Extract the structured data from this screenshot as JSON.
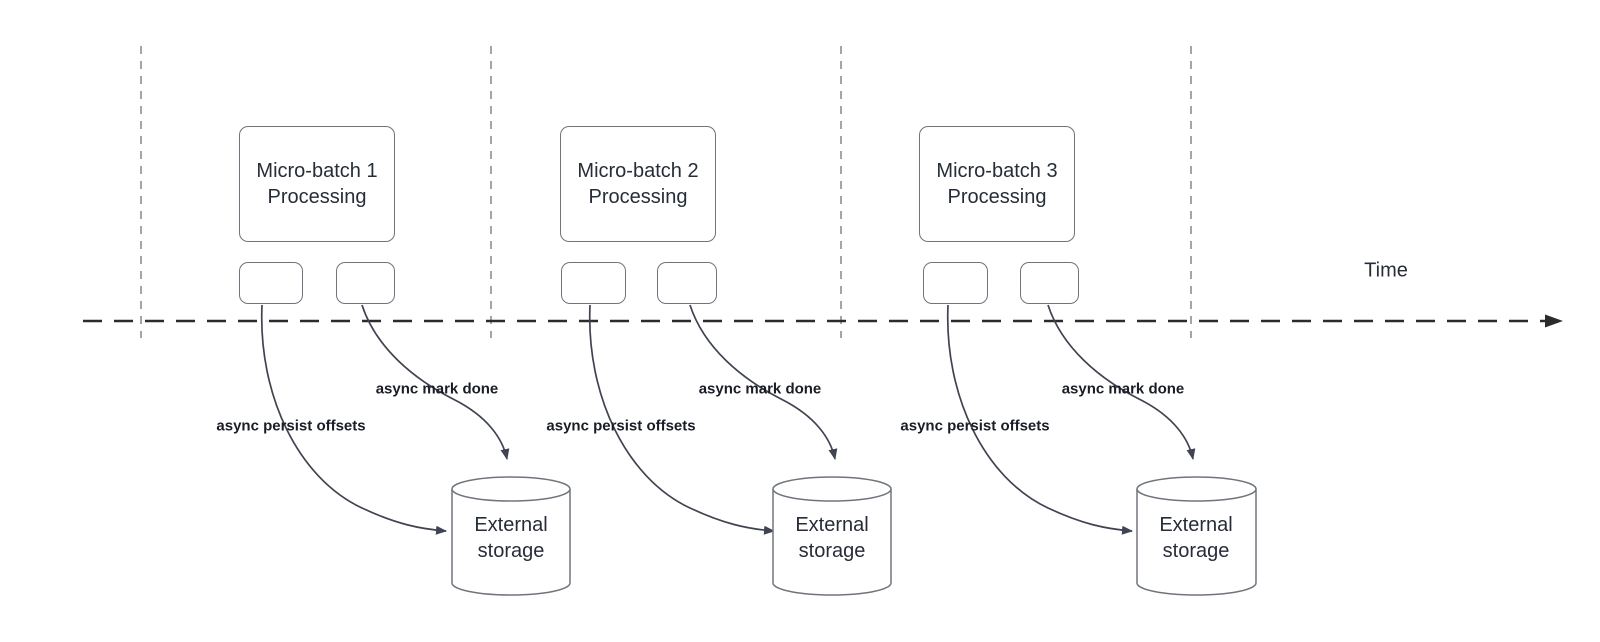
{
  "time_axis": {
    "label": "Time"
  },
  "groups": [
    {
      "box_lines": [
        "Micro-batch 1",
        "Processing"
      ],
      "persist_label": "async persist offsets",
      "mark_done_label": "async mark done",
      "storage_lines": [
        "External",
        "storage"
      ]
    },
    {
      "box_lines": [
        "Micro-batch 2",
        "Processing"
      ],
      "persist_label": "async persist offsets",
      "mark_done_label": "async mark done",
      "storage_lines": [
        "External",
        "storage"
      ]
    },
    {
      "box_lines": [
        "Micro-batch 3",
        "Processing"
      ],
      "persist_label": "async persist offsets",
      "mark_done_label": "async mark done",
      "storage_lines": [
        "External",
        "storage"
      ]
    }
  ],
  "colors": {
    "background": "#ffffff",
    "shape_stroke": "#70757d",
    "curve_stroke": "#3f4450",
    "timeline_stroke": "#2b2b2b",
    "gridline_stroke": "#a5a5a5",
    "text": "#272d38",
    "edge_label_text": "#191d26"
  }
}
